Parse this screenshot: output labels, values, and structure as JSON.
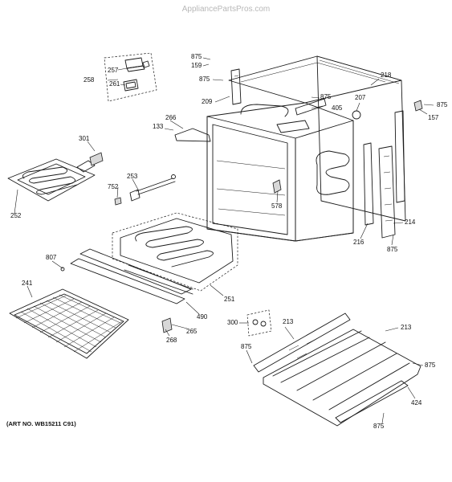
{
  "watermark": "AppliancePartsPros.com",
  "art_number": "(ART NO. WB15211 C91)",
  "part_labels": {
    "p875a": "875",
    "p159": "159",
    "p875b": "875",
    "p209": "209",
    "p257": "257",
    "p258": "258",
    "p261": "261",
    "p218": "218",
    "p875c": "875",
    "p405": "405",
    "p207": "207",
    "p875d": "875",
    "p157": "157",
    "p133": "133",
    "p266": "266",
    "p301": "301",
    "p253": "253",
    "p752": "752",
    "p252": "252",
    "p578": "578",
    "p214": "214",
    "p216": "216",
    "p875e": "875",
    "p807": "807",
    "p241": "241",
    "p251": "251",
    "p490": "490",
    "p265": "265",
    "p268": "268",
    "p300": "300",
    "p213a": "213",
    "p213b": "213",
    "p875f": "875",
    "p875g": "875",
    "p424": "424",
    "p875h": "875"
  }
}
